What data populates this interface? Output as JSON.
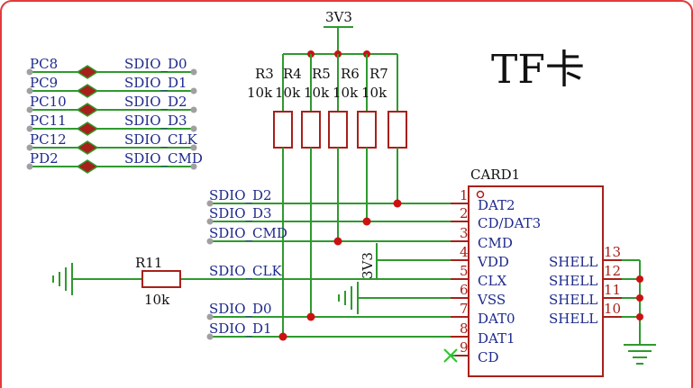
{
  "title": "TF卡",
  "power_label": "3V3",
  "pin4_power_label": "3V3",
  "net_map": [
    {
      "port": "PC8",
      "net": "SDIO_D0"
    },
    {
      "port": "PC9",
      "net": "SDIO_D1"
    },
    {
      "port": "PC10",
      "net": "SDIO_D2"
    },
    {
      "port": "PC11",
      "net": "SDIO_D3"
    },
    {
      "port": "PC12",
      "net": "SDIO_CLK"
    },
    {
      "port": "PD2",
      "net": "SDIO_CMD"
    }
  ],
  "pullups": [
    {
      "ref": "R3",
      "value": "10k"
    },
    {
      "ref": "R4",
      "value": "10k"
    },
    {
      "ref": "R5",
      "value": "10k"
    },
    {
      "ref": "R6",
      "value": "10k"
    },
    {
      "ref": "R7",
      "value": "10k"
    }
  ],
  "series_resistor": {
    "ref": "R11",
    "value": "10k"
  },
  "card_nets": [
    "SDIO_D2",
    "SDIO_D3",
    "SDIO_CMD",
    "SDIO_CLK",
    "SDIO_D0",
    "SDIO_D1"
  ],
  "connector": {
    "ref": "CARD1",
    "pins": [
      {
        "num": "1",
        "name": "DAT2"
      },
      {
        "num": "2",
        "name": "CD/DAT3"
      },
      {
        "num": "3",
        "name": "CMD"
      },
      {
        "num": "4",
        "name": "VDD"
      },
      {
        "num": "5",
        "name": "CLX"
      },
      {
        "num": "6",
        "name": "VSS"
      },
      {
        "num": "7",
        "name": "DAT0"
      },
      {
        "num": "8",
        "name": "DAT1"
      },
      {
        "num": "9",
        "name": "CD"
      }
    ],
    "shell_pins": [
      {
        "num": "13",
        "name": "SHELL"
      },
      {
        "num": "12",
        "name": "SHELL"
      },
      {
        "num": "11",
        "name": "SHELL"
      },
      {
        "num": "10",
        "name": "SHELL"
      }
    ]
  },
  "colors": {
    "wire": "#2e9a2e",
    "part": "#a8201a",
    "net_label": "#1e2a8c",
    "junction": "#cc1111",
    "border": "#e23a3a"
  }
}
